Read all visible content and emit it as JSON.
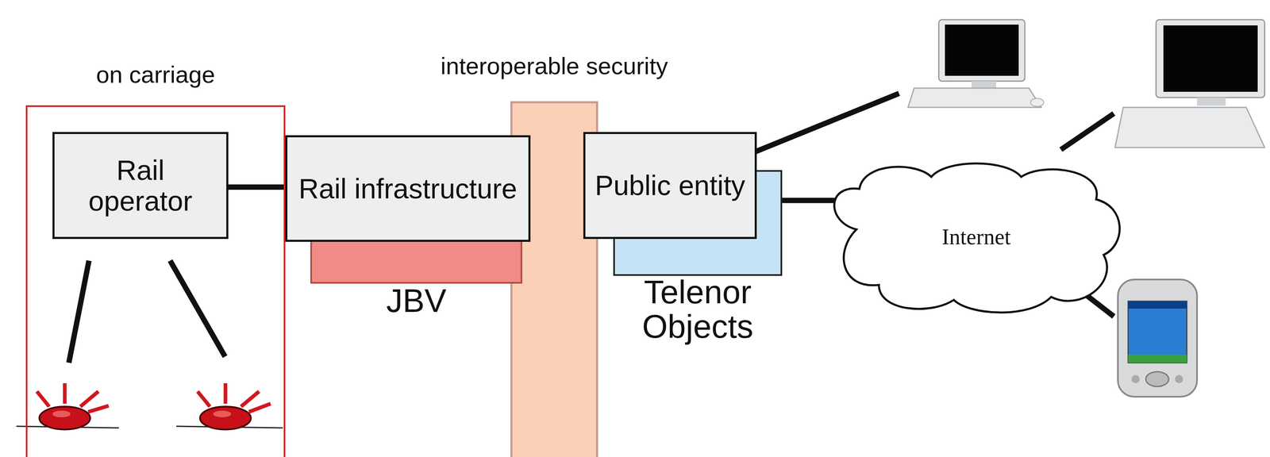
{
  "diagram": {
    "nodes": [
      {
        "text": [
          "on carriage"
        ]
      },
      {
        "text": [
          "Rail operator"
        ],
        "in": 0
      },
      {
        "text": [
          "Rail infrastructure"
        ]
      },
      {
        "text": [
          "JBV"
        ]
      },
      {
        "text": [
          "interoperable security"
        ]
      },
      {
        "text": [
          "Public entity"
        ]
      },
      {
        "text": [
          "Telenor Objects"
        ]
      },
      {
        "text": [
          "Internet"
        ]
      }
    ],
    "edges": [
      {
        "from": 1,
        "to": 2,
        "arrow": "none"
      },
      {
        "from": 2,
        "to": 5,
        "arrow": "none"
      },
      {
        "from": 5,
        "to": 7,
        "arrow": "none"
      }
    ]
  }
}
